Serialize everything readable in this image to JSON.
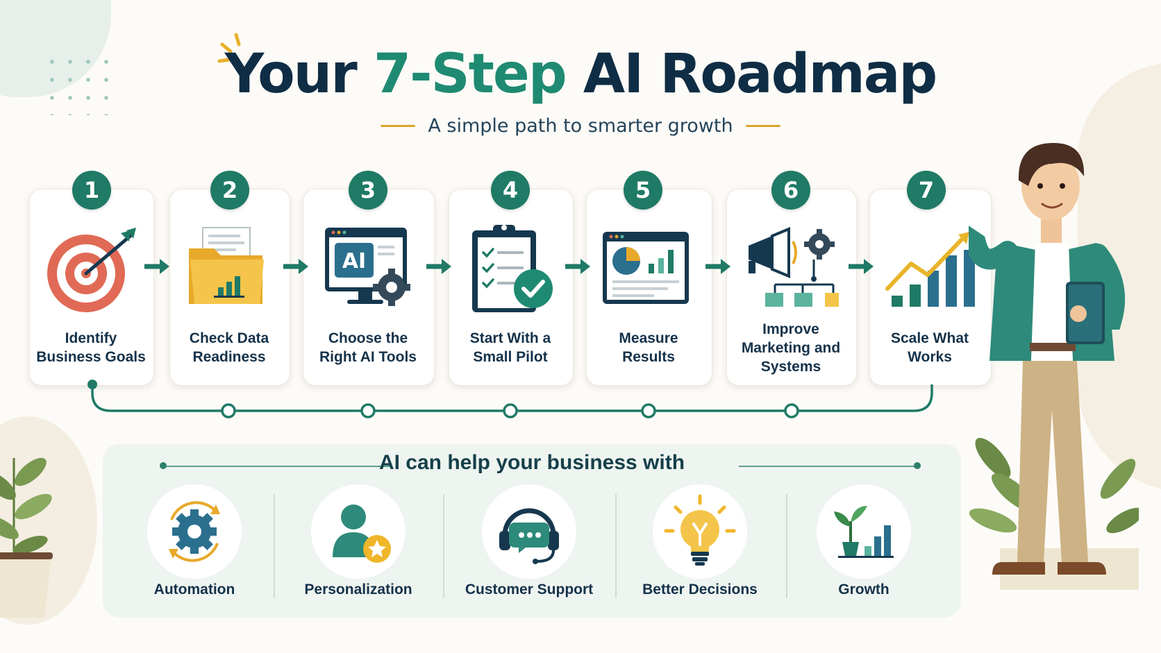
{
  "header": {
    "title_part1": "Your ",
    "title_highlight": "7-Step",
    "title_part2": " AI Roadmap",
    "subtitle": "A simple path to smarter growth"
  },
  "steps": [
    {
      "number": "1",
      "label": "Identify Business Goals",
      "icon": "target-icon"
    },
    {
      "number": "2",
      "label": "Check Data Readiness",
      "icon": "data-folder-icon"
    },
    {
      "number": "3",
      "label": "Choose the Right AI Tools",
      "icon": "ai-monitor-icon"
    },
    {
      "number": "4",
      "label": "Start With a Small Pilot",
      "icon": "clipboard-check-icon"
    },
    {
      "number": "5",
      "label": "Measure Results",
      "icon": "dashboard-icon"
    },
    {
      "number": "6",
      "label": "Improve Marketing and Systems",
      "icon": "megaphone-gear-icon"
    },
    {
      "number": "7",
      "label": "Scale What Works",
      "icon": "growth-chart-icon"
    }
  ],
  "benefits": {
    "title": "AI can help your business with",
    "items": [
      {
        "label": "Automation",
        "icon": "gear-cycle-icon"
      },
      {
        "label": "Personalization",
        "icon": "user-star-icon"
      },
      {
        "label": "Customer Support",
        "icon": "headset-chat-icon"
      },
      {
        "label": "Better Decisions",
        "icon": "lightbulb-icon"
      },
      {
        "label": "Growth",
        "icon": "plant-chart-icon"
      }
    ]
  },
  "colors": {
    "accent_teal": "#1f7a66",
    "title_navy": "#0f2d45",
    "highlight_green": "#1f8a72",
    "gold": "#d9a52a",
    "coral": "#e06a55"
  }
}
